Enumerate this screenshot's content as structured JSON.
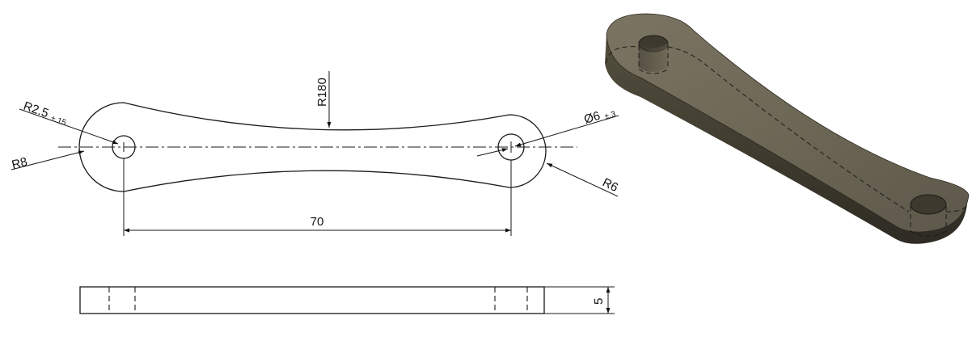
{
  "drawing": {
    "top_view": {
      "radius_end_small": "R8",
      "radius_hole": "R2.5",
      "radius_hole_tol": "±.15",
      "radius_arc": "R180",
      "diameter_hole": "Ø6",
      "diameter_hole_tol": "±.3",
      "radius_end_right": "R6",
      "center_distance": "70"
    },
    "side_view": {
      "thickness": "5"
    }
  },
  "colors": {
    "line": "#1a1a1a",
    "solid_top": "#6e6857",
    "solid_side": "#3f3b31"
  }
}
